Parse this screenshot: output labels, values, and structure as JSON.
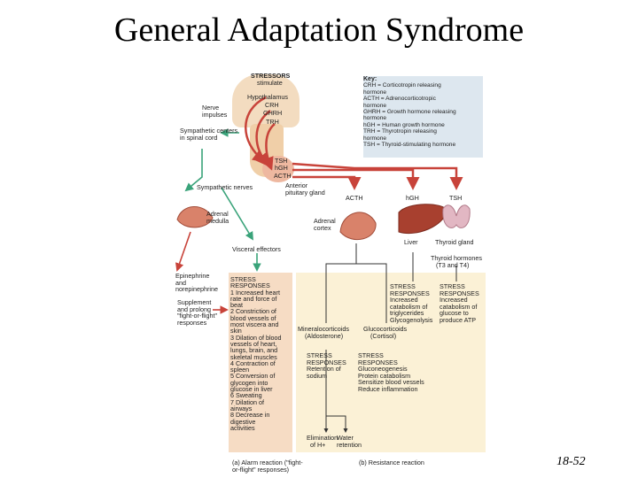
{
  "title": "General Adaptation Syndrome",
  "slide_number": "18-52",
  "top": {
    "stressors": "STRESSORS",
    "stimulate": "stimulate",
    "hypothalamus": "Hypothalamus",
    "nerve_impulses": [
      "Nerve",
      "impulses"
    ],
    "sympathetic_centers": [
      "Sympathetic centers",
      "in spinal cord"
    ],
    "crh": "CRH",
    "ghrh": "GHRH",
    "trh": "TRH",
    "tsh": "TSH",
    "hgh": "hGH",
    "acth": "ACTH",
    "anterior_pituitary": [
      "Anterior",
      "pituitary gland"
    ],
    "sympathetic_nerves": "Sympathetic nerves"
  },
  "key": {
    "heading": "Key:",
    "rows": [
      "CRH = Corticotropin releasing",
      "          hormone",
      "ACTH = Adrenocorticotropic",
      "           hormone",
      "GHRH = Growth hormone releasing",
      "           hormone",
      "hGH = Human growth hormone",
      "TRH = Thyrotropin releasing",
      "         hormone",
      "TSH = Thyroid-stimulating hormone"
    ]
  },
  "middle": {
    "adrenal_medulla": [
      "Adrenal",
      "medulla"
    ],
    "acth": "ACTH",
    "hgh": "hGH",
    "tsh": "TSH",
    "adrenal_cortex": [
      "Adrenal",
      "cortex"
    ],
    "liver": "Liver",
    "thyroid_gland": "Thyroid gland",
    "visceral_effectors": "Visceral effectors",
    "thyroid_hormones": [
      "Thyroid hormones",
      "(T3 and T4)"
    ],
    "epinephrine": [
      "Epinephrine",
      "and",
      "norepinephrine"
    ],
    "supplement": [
      "Supplement",
      "and prolong",
      "\"fight-or-flight\"",
      "responses"
    ]
  },
  "alarm": {
    "heading": [
      "STRESS",
      "RESPONSES"
    ],
    "items": [
      [
        "1 Increased heart",
        "  rate and force of",
        "  beat"
      ],
      [
        "2 Constriction of",
        "  blood vessels of",
        "  most viscera and",
        "  skin"
      ],
      [
        "3 Dilation of blood",
        "  vessels of heart,",
        "  lungs, brain, and",
        "  skeletal muscles"
      ],
      [
        "4 Contraction of",
        "  spleen"
      ],
      [
        "5 Conversion of",
        "  glycogen into",
        "  glucose in liver"
      ],
      [
        "6 Sweating"
      ],
      [
        "7 Dilation of",
        "  airways"
      ],
      [
        "8 Decrease in",
        "  digestive",
        "  activities"
      ]
    ],
    "caption": [
      "(a) Alarm reaction (\"fight-",
      "     or-flight\" responses)"
    ]
  },
  "resistance": {
    "mineralocorticoids": [
      "Mineralocorticoids",
      "(Aldosterone)"
    ],
    "glucocorticoids": [
      "Glucocorticoids",
      "(Cortisol)"
    ],
    "mineral_responses": [
      "STRESS",
      "RESPONSES",
      "Retention of",
      "sodium"
    ],
    "gluco_responses": [
      "STRESS",
      "RESPONSES",
      "Gluconeogenesis",
      "Protein catabolism",
      "Sensitize blood vessels",
      "Reduce inflammation"
    ],
    "hgh_responses": [
      "STRESS",
      "RESPONSES",
      "Increased",
      "catabolism of",
      "triglycerides",
      "Glycogenolysis"
    ],
    "thyroid_responses": [
      "STRESS",
      "RESPONSES",
      "Increased",
      "catabolism of",
      "glucose to",
      "produce ATP"
    ],
    "elimination": [
      "Elimination",
      "of H+"
    ],
    "water": [
      "Water",
      "retention"
    ],
    "caption": "(b) Resistance reaction"
  },
  "colors": {
    "arrow_red": "#c8433a",
    "arrow_green": "#3aa37a",
    "key_bg": "#dde7ef",
    "alarm_bg": "#f6dcc4",
    "resistance_bg": "#fbf1d6"
  }
}
